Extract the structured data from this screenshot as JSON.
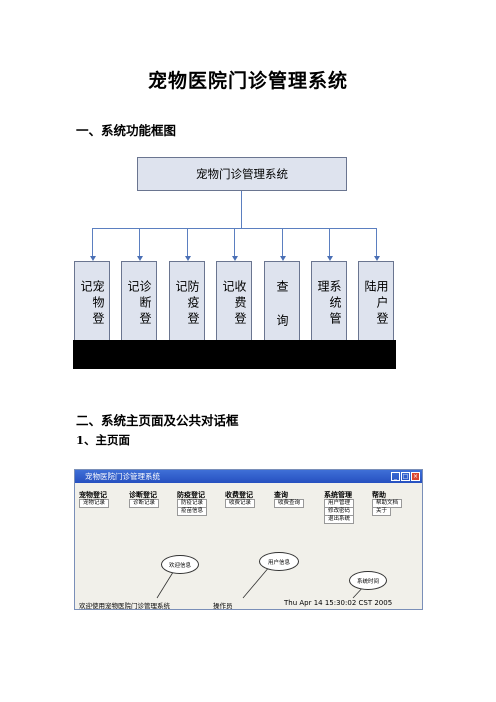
{
  "doc": {
    "title": "宠物医院门诊管理系统",
    "section1": "一、系统功能框图",
    "section2": "二、系统主页面及公共对话框",
    "sub1": "1、主页面"
  },
  "org_chart": {
    "root": "宠物门诊管理系统",
    "children": [
      "宠物登记",
      "诊断登记",
      "防疫登记",
      "收费登记",
      "查 询",
      "系统管理",
      "用户登陆"
    ]
  },
  "screenshot": {
    "window_title": "宠物医院门诊管理系统",
    "controls": [
      "_",
      "□",
      "×"
    ],
    "menus": [
      "宠物登记",
      "诊断登记",
      "防疫登记",
      "收费登记",
      "查询",
      "系统管理",
      "帮助"
    ],
    "menu_items": {
      "pet": [
        "宠物记录"
      ],
      "diag": [
        "诊断记录"
      ],
      "vacc": [
        "防疫记录",
        "疫苗信息"
      ],
      "fee": [
        "收费记录"
      ],
      "query": [
        "收费查询"
      ],
      "sys": [
        "用户管理",
        "修改密码",
        "退出系统"
      ],
      "help": [
        "帮助文档",
        "关于"
      ]
    },
    "callouts": {
      "welcome": "欢迎信息",
      "user": "用户信息",
      "time": "系统时间"
    },
    "status": {
      "welcome": "欢迎使用宠物医院门诊管理系统",
      "user": "操作员",
      "time": "Thu  Apr  14  15:30:02  CST 2005"
    }
  }
}
